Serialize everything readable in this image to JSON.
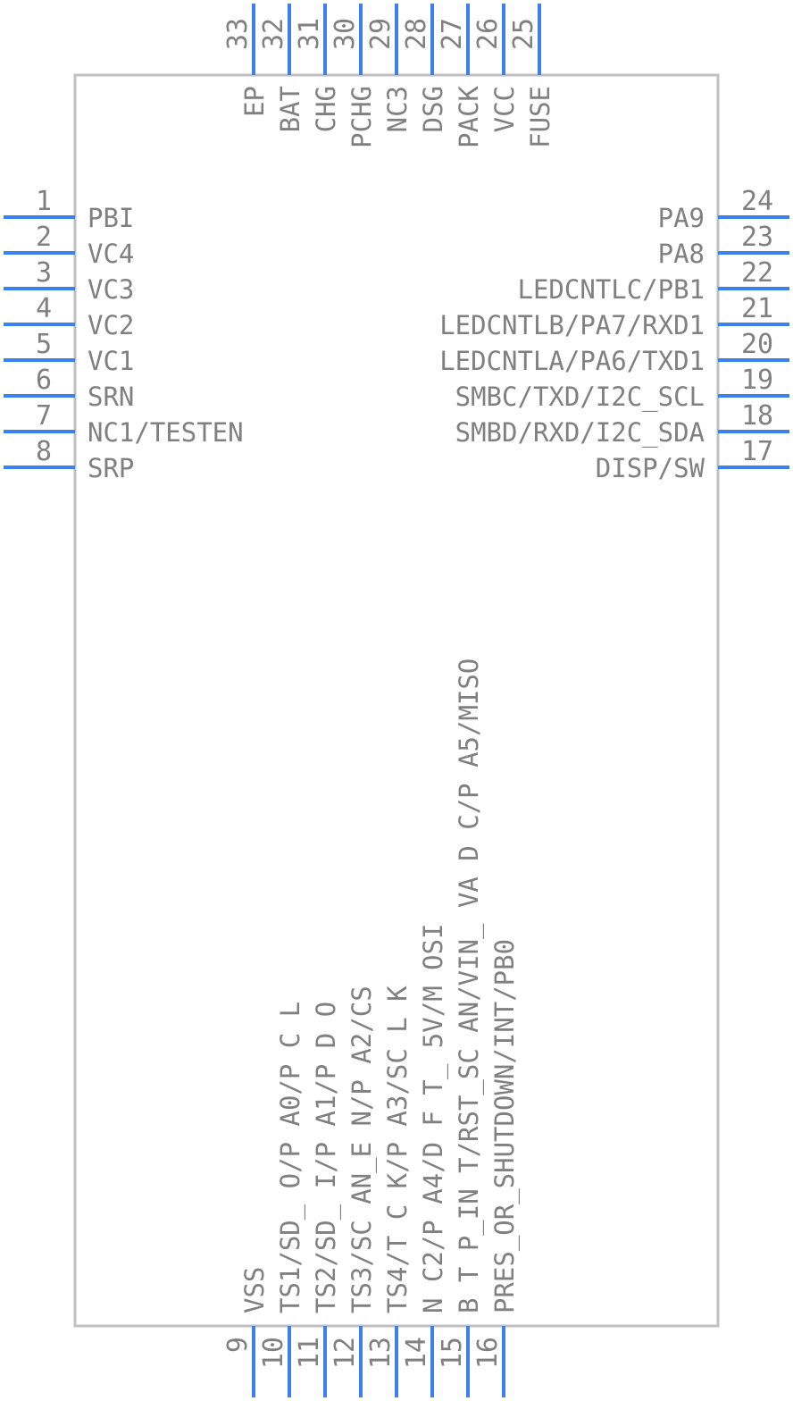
{
  "colors": {
    "pin": "#3b7ff0",
    "body": "#c0c0c0",
    "text": "#808080"
  },
  "left_pins": [
    {
      "number": "1",
      "label": "PBI"
    },
    {
      "number": "2",
      "label": "VC4"
    },
    {
      "number": "3",
      "label": "VC3"
    },
    {
      "number": "4",
      "label": "VC2"
    },
    {
      "number": "5",
      "label": "VC1"
    },
    {
      "number": "6",
      "label": "SRN"
    },
    {
      "number": "7",
      "label": "NC1/TESTEN"
    },
    {
      "number": "8",
      "label": "SRP"
    }
  ],
  "right_pins": [
    {
      "number": "24",
      "label": "PA9"
    },
    {
      "number": "23",
      "label": "PA8"
    },
    {
      "number": "22",
      "label": "LEDCNTLC/PB1"
    },
    {
      "number": "21",
      "label": "LEDCNTLB/PA7/RXD1"
    },
    {
      "number": "20",
      "label": "LEDCNTLA/PA6/TXD1"
    },
    {
      "number": "19",
      "label": "SMBC/TXD/I2C_SCL"
    },
    {
      "number": "18",
      "label": "SMBD/RXD/I2C_SDA"
    },
    {
      "number": "17",
      "label": "DISP/SW"
    }
  ],
  "top_pins": [
    {
      "number": "33",
      "label": "EP"
    },
    {
      "number": "32",
      "label": "BAT"
    },
    {
      "number": "31",
      "label": "CHG"
    },
    {
      "number": "30",
      "label": "PCHG"
    },
    {
      "number": "29",
      "label": "NC3"
    },
    {
      "number": "28",
      "label": "DSG"
    },
    {
      "number": "27",
      "label": "PACK"
    },
    {
      "number": "26",
      "label": "VCC"
    },
    {
      "number": "25",
      "label": "FUSE"
    }
  ],
  "bottom_pins": [
    {
      "number": "9",
      "label": "VSS"
    },
    {
      "number": "10",
      "label": "TS1/SD_ O/P A0/P C L"
    },
    {
      "number": "11",
      "label": "TS2/SD_ I/P A1/P D O"
    },
    {
      "number": "12",
      "label": "TS3/SC AN_E N/P A2/CS"
    },
    {
      "number": "13",
      "label": "TS4/T C K/P A3/SC L K"
    },
    {
      "number": "14",
      "label": "N C2/P A4/D F T_ 5V/M OSI"
    },
    {
      "number": "15",
      "label": "B T P_IN T/RST_SC AN/VIN_ VA D C/P A5/MISO"
    },
    {
      "number": "16",
      "label": "PRES_OR_SHUTDOWN/INT/PB0"
    }
  ]
}
